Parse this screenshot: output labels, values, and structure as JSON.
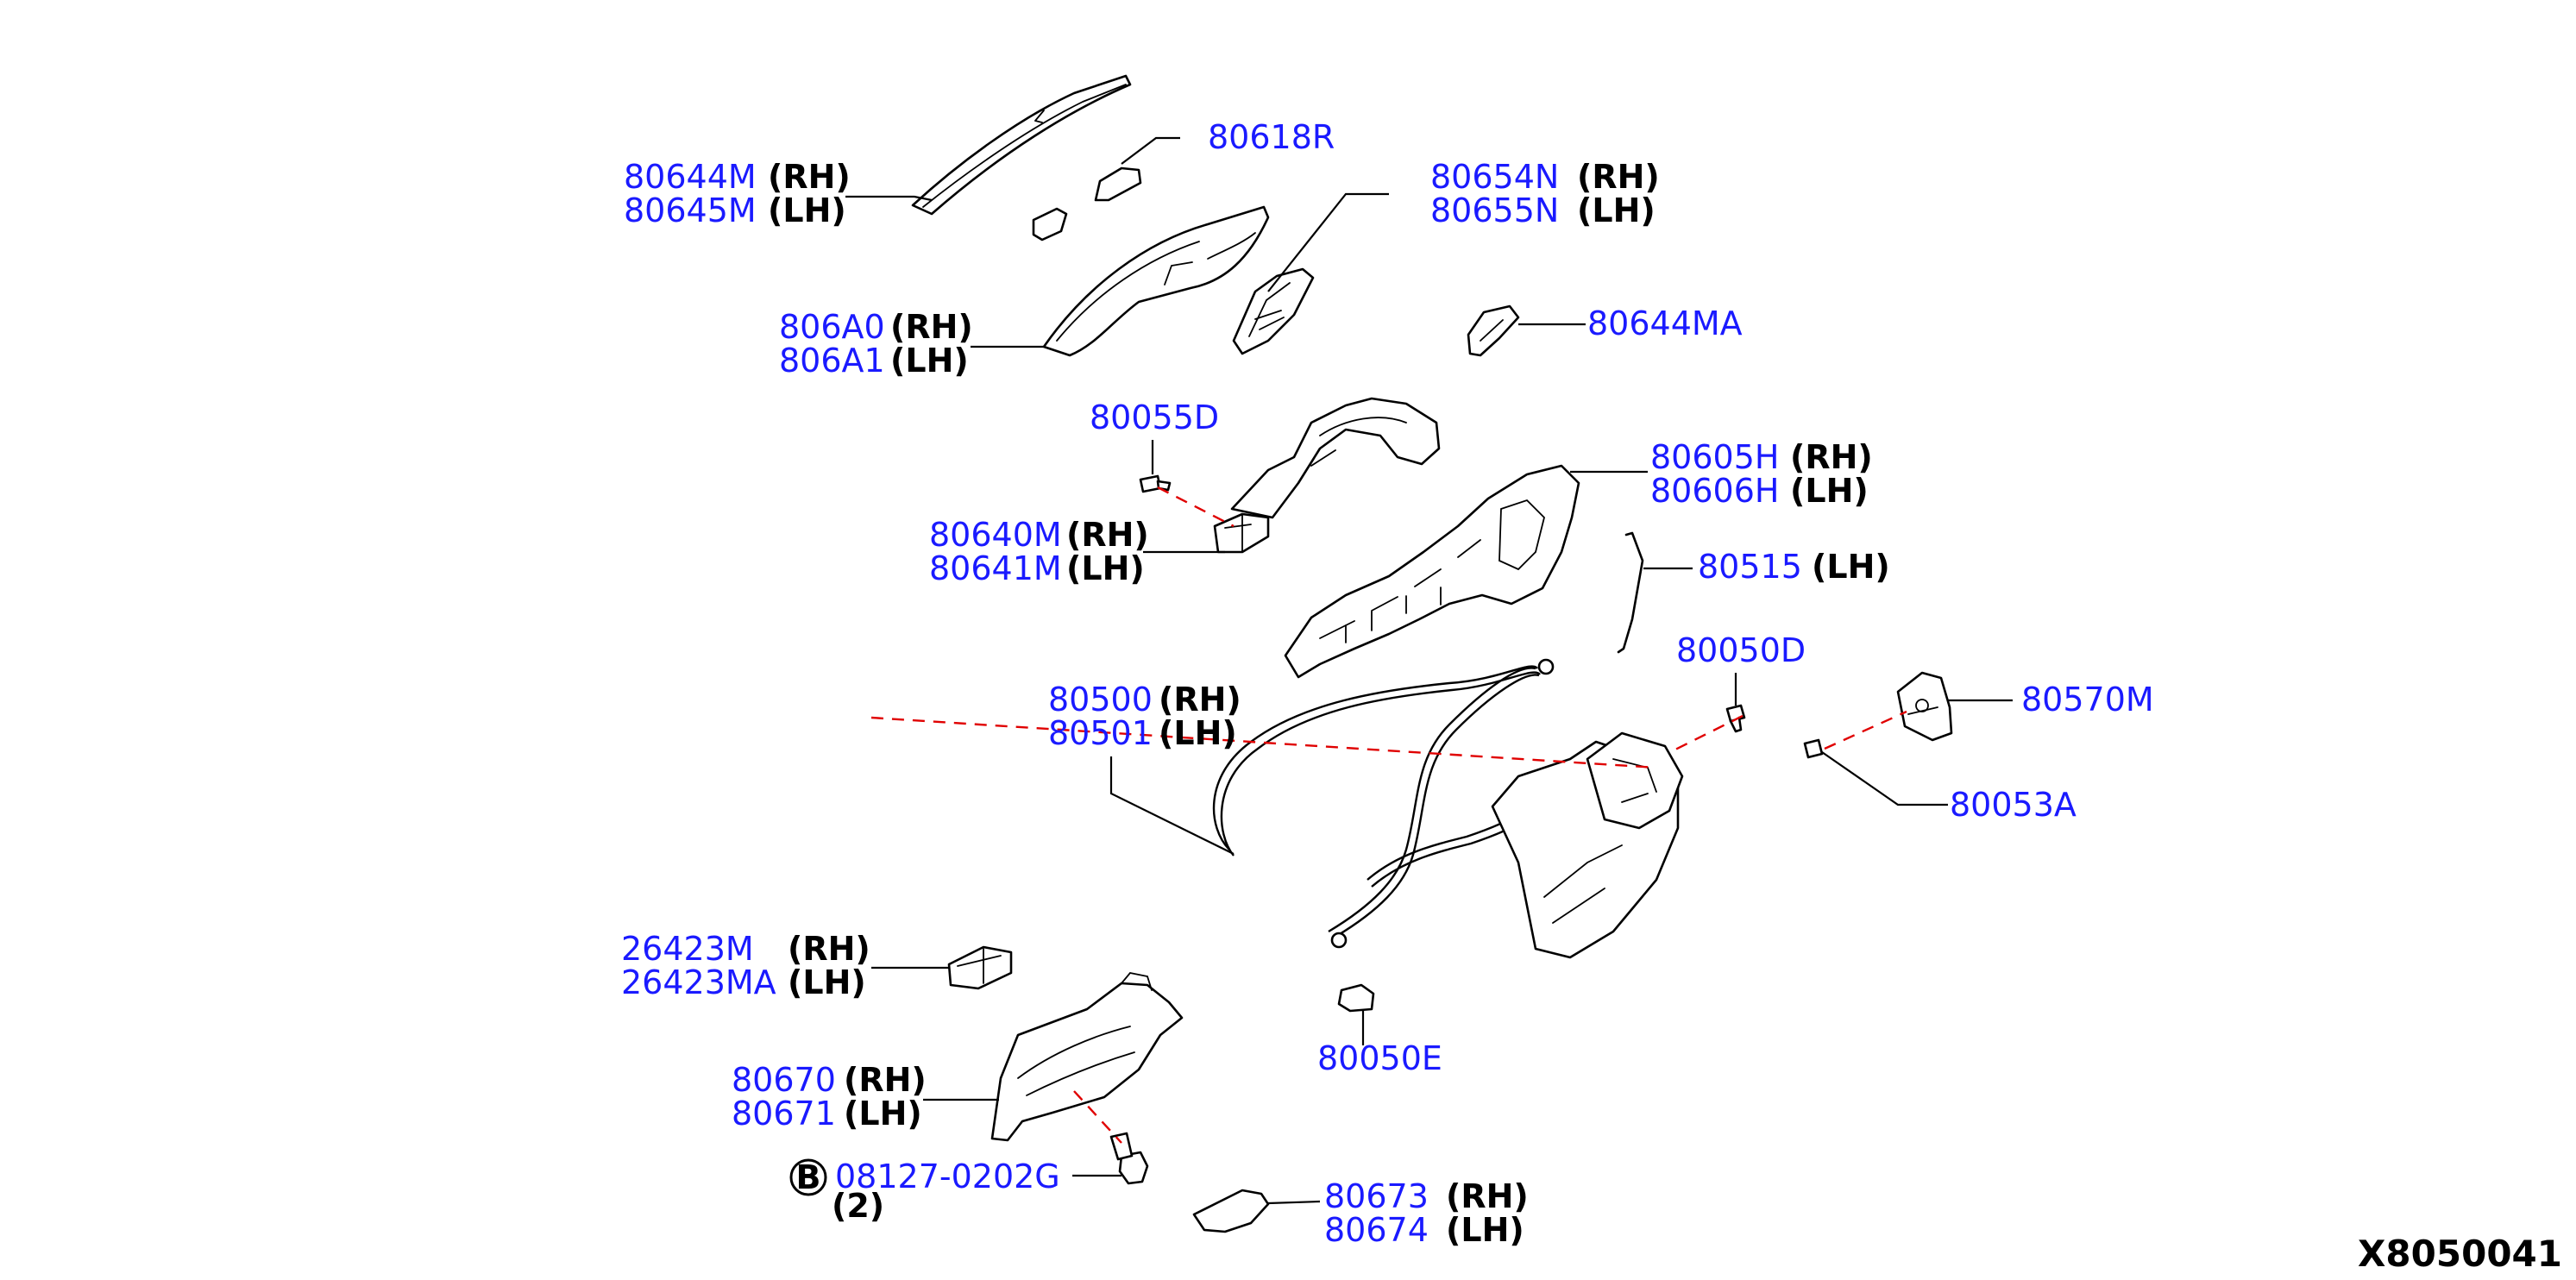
{
  "diagram_id": "X8050041",
  "labels": {
    "handle_seal": {
      "pn1": "80644M",
      "side1": "(RH)",
      "pn2": "80645M",
      "side2": "(LH)"
    },
    "escutcheon": {
      "pn1": "80618R"
    },
    "grip_cover": {
      "pn1": "80654N",
      "side1": "(RH)",
      "pn2": "80655N",
      "side2": "(LH)"
    },
    "outside_handle": {
      "pn1": "806A0",
      "side1": "(RH)",
      "pn2": "806A1",
      "side2": "(LH)"
    },
    "gasket": {
      "pn1": "80644MA"
    },
    "screw_top": {
      "pn1": "80055D"
    },
    "bracket": {
      "pn1": "80605H",
      "side1": "(RH)",
      "pn2": "80606H",
      "side2": "(LH)"
    },
    "key_cylinder": {
      "pn1": "80640M",
      "side1": "(RH)",
      "pn2": "80641M",
      "side2": "(LH)"
    },
    "rod": {
      "pn1": "80515",
      "side1": "(LH)"
    },
    "screw_lock": {
      "pn1": "80050D"
    },
    "striker": {
      "pn1": "80570M"
    },
    "cable_lock": {
      "pn1": "80500",
      "side1": "(RH)",
      "pn2": "80501",
      "side2": "(LH)"
    },
    "striker_screw": {
      "pn1": "80053A"
    },
    "lamp": {
      "pn1": "26423M",
      "side1": "(RH)",
      "pn2": "26423MA",
      "side2": "(LH)"
    },
    "clip": {
      "pn1": "80050E"
    },
    "inside_handle": {
      "pn1": "80670",
      "side1": "(RH)",
      "pn2": "80671",
      "side2": "(LH)"
    },
    "bolt": {
      "mark": "B",
      "pn1": "08127-0202G",
      "qty": "(2)"
    },
    "inner_cover": {
      "pn1": "80673",
      "side1": "(RH)",
      "pn2": "80674",
      "side2": "(LH)"
    }
  }
}
